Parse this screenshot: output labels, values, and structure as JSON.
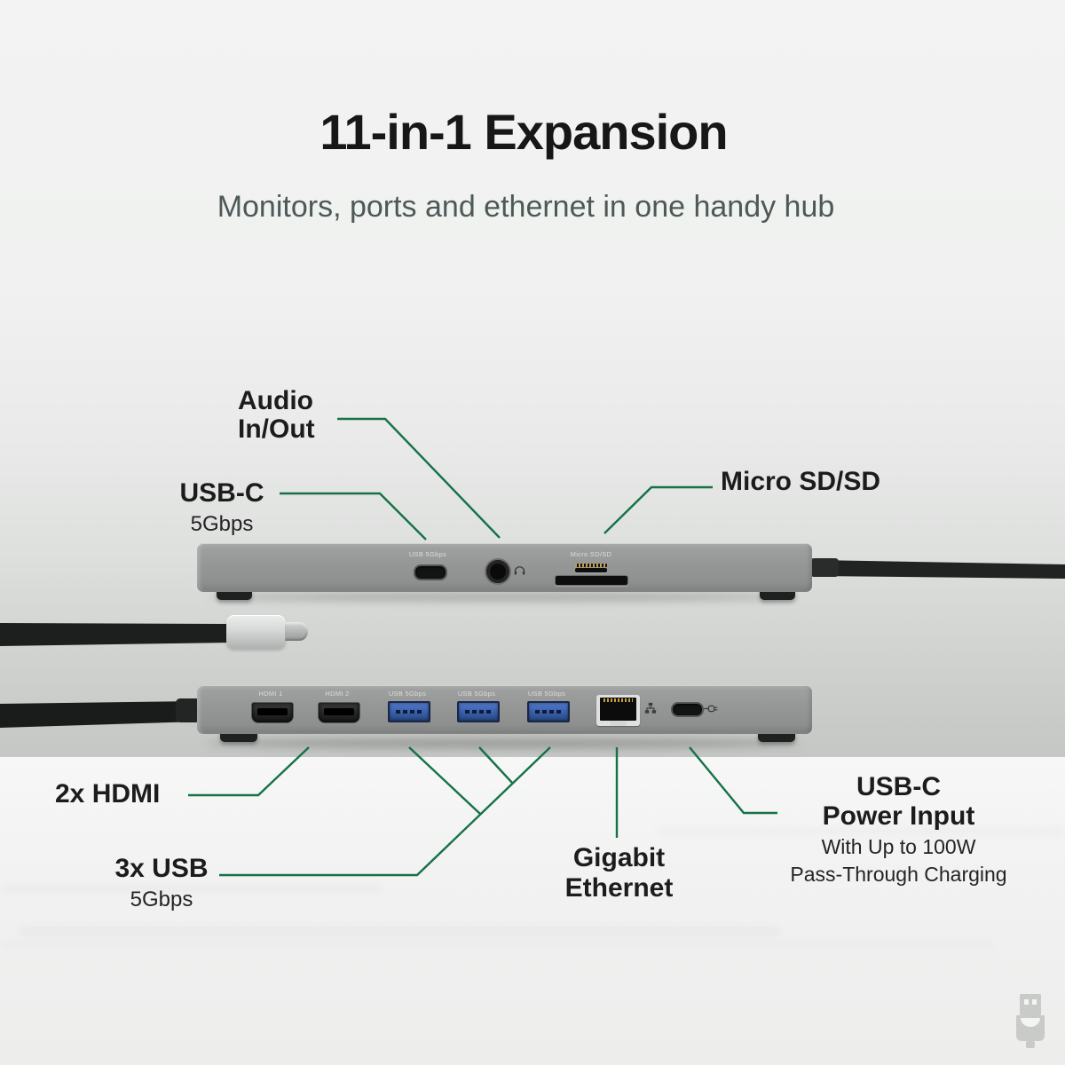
{
  "page": {
    "title": "11-in-1 Expansion",
    "subtitle": "Monitors, ports and ethernet in one handy hub"
  },
  "colors": {
    "accent_green": "#157247",
    "background_gray": "#f1f2f1",
    "device_gray": "#949695",
    "usb_port_blue": "#3c64b4",
    "title_text": "#161716",
    "subtitle_text": "#4d5958"
  },
  "callouts": {
    "audio": {
      "line1": "Audio",
      "line2": "In/Out"
    },
    "usb_c_top": {
      "label": "USB-C",
      "sublabel": "5Gbps"
    },
    "micro_sd": {
      "label": "Micro SD/SD"
    },
    "hdmi": {
      "label": "2x HDMI"
    },
    "usb_3x": {
      "label": "3x USB",
      "sublabel": "5Gbps"
    },
    "ethernet": {
      "line1": "Gigabit",
      "line2": "Ethernet"
    },
    "power": {
      "line1": "USB-C",
      "line2": "Power Input",
      "subline1": "With Up to 100W",
      "subline2": "Pass-Through Charging"
    }
  },
  "device_back": {
    "usb_c_print": "USB 5Gbps",
    "card_reader_print": "Micro SD/SD"
  },
  "device_front": {
    "hdmi_prints": [
      "HDMI 1",
      "HDMI 2"
    ],
    "usb_prints": [
      "USB 5Gbps",
      "USB 5Gbps",
      "USB 5Gbps"
    ]
  },
  "icons": {
    "audio": "headphones-icon",
    "network": "ethernet-network-icon",
    "power": "power-plug-icon",
    "logo": "usb-plug-logo-icon"
  }
}
